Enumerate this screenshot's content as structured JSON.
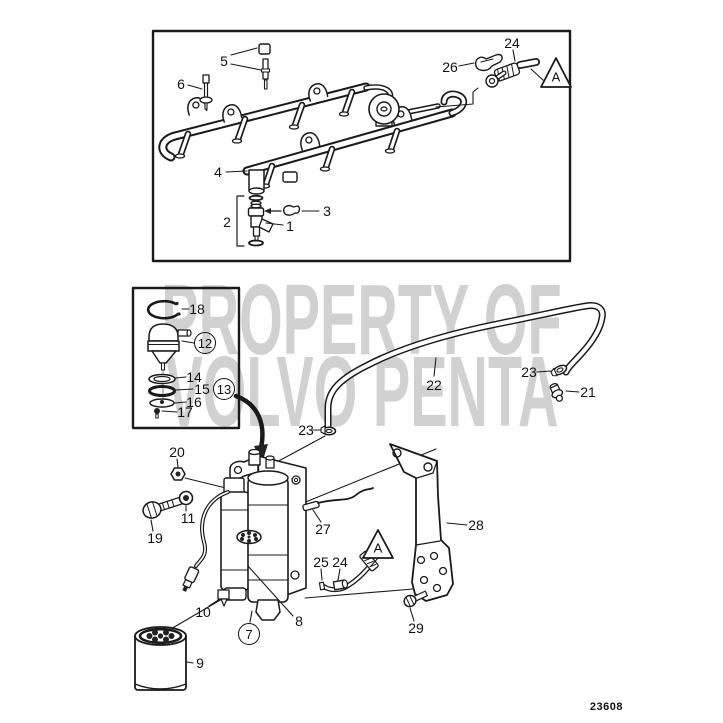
{
  "watermark": {
    "line1": "PROPERTY OF",
    "line2": "VOLVO PENTA"
  },
  "drawing_number": "23608",
  "view_marker": "A",
  "parts": {
    "1": "1",
    "2": "2",
    "3": "3",
    "4": "4",
    "5": "5",
    "6": "6",
    "7": "7",
    "8": "8",
    "9": "9",
    "10": "10",
    "11": "11",
    "12": "12",
    "13": "13",
    "14": "14",
    "15": "15",
    "16": "16",
    "17": "17",
    "18": "18",
    "19": "19",
    "20": "20",
    "21": "21",
    "22": "22",
    "23": "23",
    "24": "24",
    "25": "25",
    "26": "26",
    "27": "27",
    "28": "28",
    "29": "29"
  }
}
